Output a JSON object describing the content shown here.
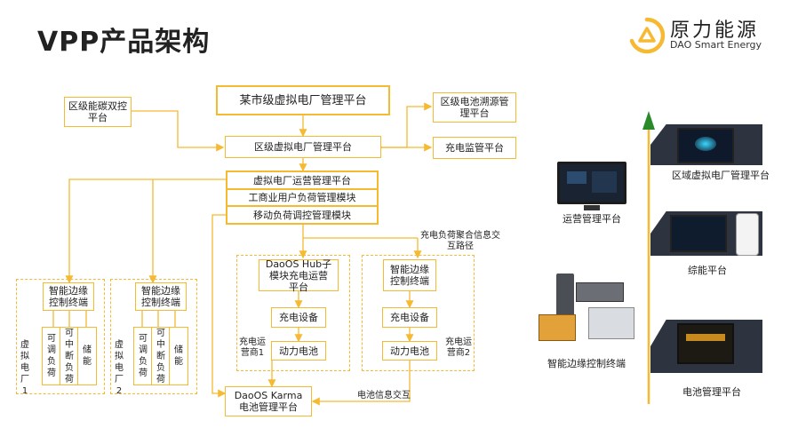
{
  "title": "VPP产品架构",
  "brand": {
    "name": "原力能源",
    "tagline": "DAO Smart Energy",
    "accent": "#f5b932"
  },
  "boxes": {
    "city_platform": "某市级虚拟电厂管理平台",
    "carbon_platform": "区级能碳双控平台",
    "battery_trace": "区级电池溯源管理平台",
    "district_vpp": "区级虚拟电厂管理平台",
    "charging_supervision": "充电监管平台",
    "vpp_ops": "虚拟电厂运营管理平台",
    "ci_load": "工商业用户负荷管理模块",
    "mobile_load": "移动负荷调控管理模块",
    "edge1": "智能边缘控制终端",
    "edge2": "智能边缘控制终端",
    "hub": "DaoOS Hub子模块充电运营平台",
    "edge3": "智能边缘控制终端",
    "charger1": "充电设备",
    "charger2": "充电设备",
    "battery1": "动力电池",
    "battery2": "动力电池",
    "karma": "DaoOS Karma电池管理平台"
  },
  "vpp_groups": [
    {
      "name": "虚拟电厂1",
      "items": [
        "可调负荷",
        "可中断负荷",
        "储能"
      ]
    },
    {
      "name": "虚拟电厂2",
      "items": [
        "可调负荷",
        "可中断负荷",
        "储能"
      ]
    }
  ],
  "labels": {
    "charging_operator1": "充电运营商1",
    "charging_operator2": "充电运营商2",
    "aggregation_path": "充电负荷聚合信息交互路径",
    "battery_info": "电池信息交互"
  },
  "showcase": {
    "district_platform": "区域虚拟电厂管理平台",
    "ops_platform": "运营管理平台",
    "energy_platform": "综能平台",
    "edge_terminal": "智能边缘控制终端",
    "battery_platform": "电池管理平台"
  }
}
